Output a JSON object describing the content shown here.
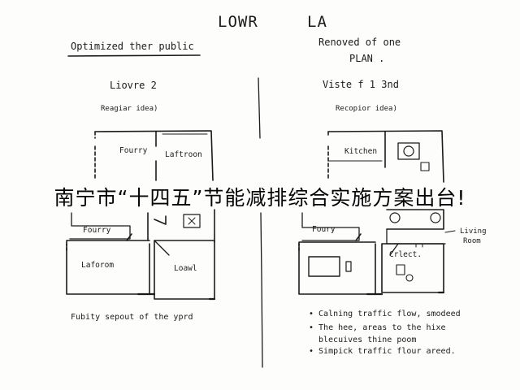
{
  "title": {
    "left": "LOWR",
    "right": "LA"
  },
  "left_panel": {
    "header": "Optimized ther public",
    "plan_title": "Liovre  2",
    "plan_subtitle": "Reagiar idea)",
    "rooms": {
      "fourry_top": "Fourry",
      "laftroon": "Laftroon",
      "fourry_mid": "Fourry",
      "laforom": "Laforom",
      "loawl": "Loawl"
    },
    "caption": "Fubity sepout of the yprd"
  },
  "right_panel": {
    "header_line1": "Renoved  of  one",
    "header_line2": "PLAN .",
    "plan_title": "Viste  f 1 3nd",
    "plan_subtitle": "Recopior idea)",
    "rooms": {
      "kitchen": "Kitchen",
      "fourry": "Foury",
      "crlect": "Crlect.",
      "living_room_line1": "Living",
      "living_room_line2": "Room"
    },
    "notes": [
      "• Calning traffic flow, smodeed",
      "• The hee, areas to the hixe",
      "blecuives thine poom",
      "• Simpick traffic flour areed."
    ]
  },
  "banner_text": "南宁市“十四五”节能减排综合实施方案出台!",
  "colors": {
    "ink": "#1b1b1b",
    "paper": "#fdfdfb"
  }
}
